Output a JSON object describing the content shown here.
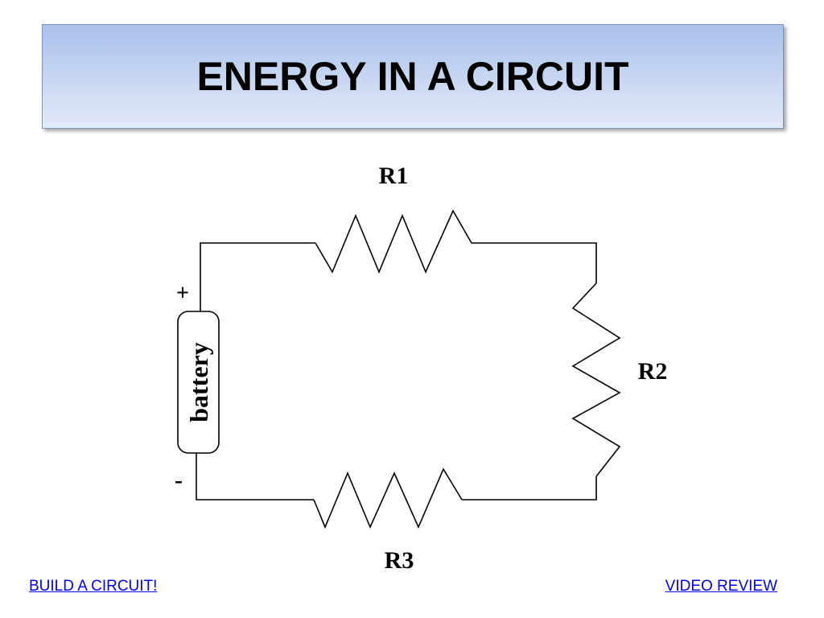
{
  "slide": {
    "title": "ENERGY IN A CIRCUIT"
  },
  "diagram": {
    "labels": {
      "r1": "R1",
      "r2": "R2",
      "r3": "R3",
      "battery": "battery",
      "plus": "+",
      "minus": "-"
    }
  },
  "links": {
    "build": "BUILD A CIRCUIT!",
    "video": "VIDEO REVIEW"
  },
  "colors": {
    "title_gradient_top": "#a9c1ec",
    "title_gradient_bottom": "#e3eaf8",
    "link": "#0000ee",
    "wire": "#000000"
  }
}
